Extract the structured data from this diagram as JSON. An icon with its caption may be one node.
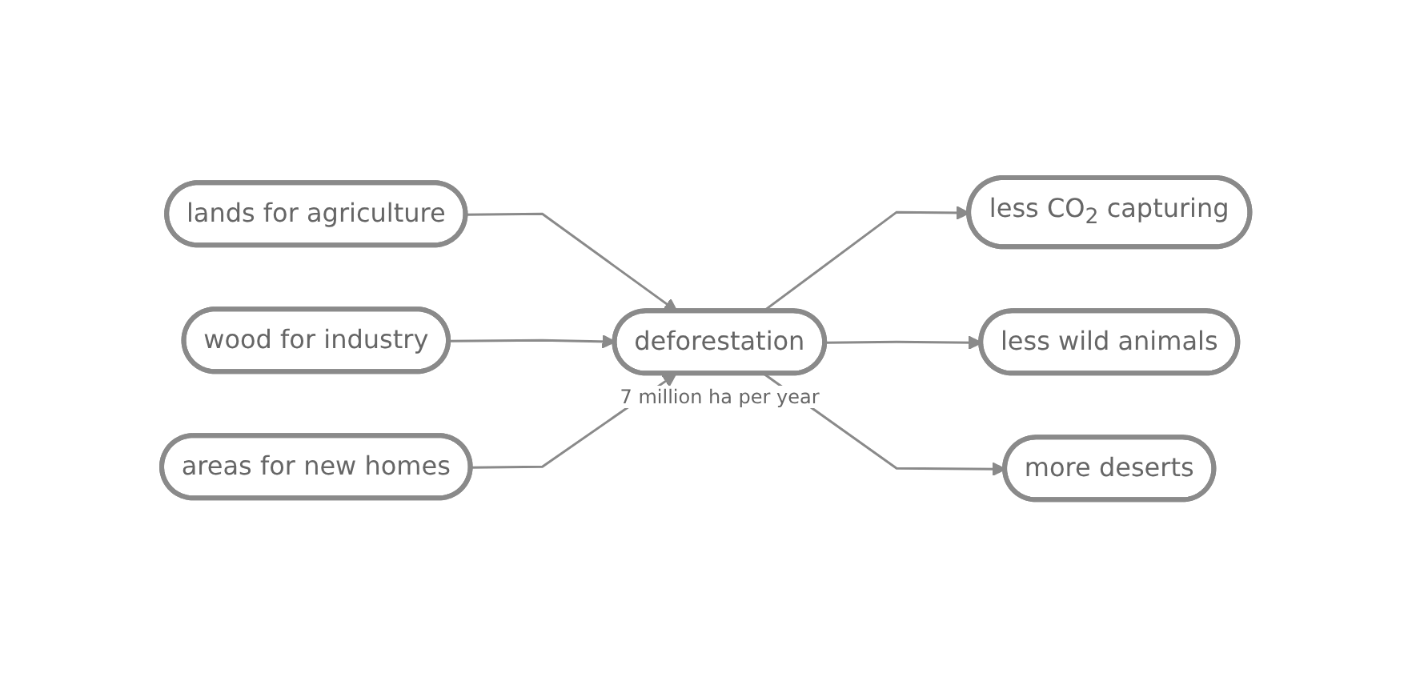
{
  "diagram": {
    "nodes": [
      {
        "text": [
          "lands for agriculture"
        ]
      },
      {
        "text": [
          "wood for industry"
        ]
      },
      {
        "text": [
          "areas for new homes"
        ]
      },
      {
        "text": [
          "deforestation"
        ],
        "beside": [
          "7 million ha per year"
        ]
      },
      {
        "text": [
          "less CO$_{2}$ capturing"
        ]
      },
      {
        "text": [
          "less wild animals"
        ]
      },
      {
        "text": [
          "more deserts"
        ]
      }
    ],
    "edges": [
      {
        "from": 0,
        "to": 3,
        "arrow": "to"
      },
      {
        "from": 1,
        "to": 3,
        "arrow": "to"
      },
      {
        "from": 2,
        "to": 3,
        "arrow": "to"
      },
      {
        "from": 3,
        "to": 4,
        "arrow": "to"
      },
      {
        "from": 3,
        "to": 5,
        "arrow": "to"
      },
      {
        "from": 3,
        "to": 6,
        "arrow": "to"
      }
    ]
  }
}
